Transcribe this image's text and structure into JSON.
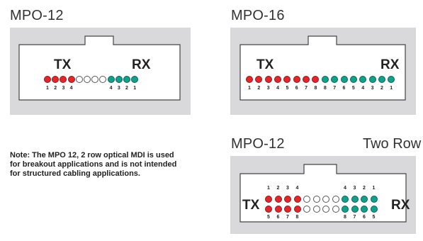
{
  "panels": {
    "mpo12": {
      "title": "MPO-12",
      "tx_label": "TX",
      "rx_label": "RX",
      "tx_numbers": [
        "1",
        "2",
        "3",
        "4"
      ],
      "rx_numbers": [
        "4",
        "3",
        "2",
        "1"
      ]
    },
    "mpo16": {
      "title": "MPO-16",
      "tx_label": "TX",
      "rx_label": "RX",
      "tx_numbers": [
        "1",
        "2",
        "3",
        "4",
        "5",
        "6",
        "7",
        "8"
      ],
      "rx_numbers": [
        "8",
        "7",
        "6",
        "5",
        "4",
        "3",
        "2",
        "1"
      ]
    },
    "mpo12_two_row": {
      "title": "MPO-12",
      "subtitle": "Two Row",
      "tx_label": "TX",
      "rx_label": "RX",
      "tx_top_numbers": [
        "1",
        "2",
        "3",
        "4"
      ],
      "tx_bottom_numbers": [
        "5",
        "6",
        "7",
        "8"
      ],
      "rx_top_numbers": [
        "4",
        "3",
        "2",
        "1"
      ],
      "rx_bottom_numbers": [
        "8",
        "7",
        "6",
        "5"
      ]
    }
  },
  "note": "Note: The MPO 12, 2 row optical MDI is used for breakout applications and is not intended for structured cabling applications.",
  "colors": {
    "tx": "#e2262b",
    "rx": "#12a08a",
    "unused": "#ffffff",
    "panel_bg": "#d9d9db"
  }
}
